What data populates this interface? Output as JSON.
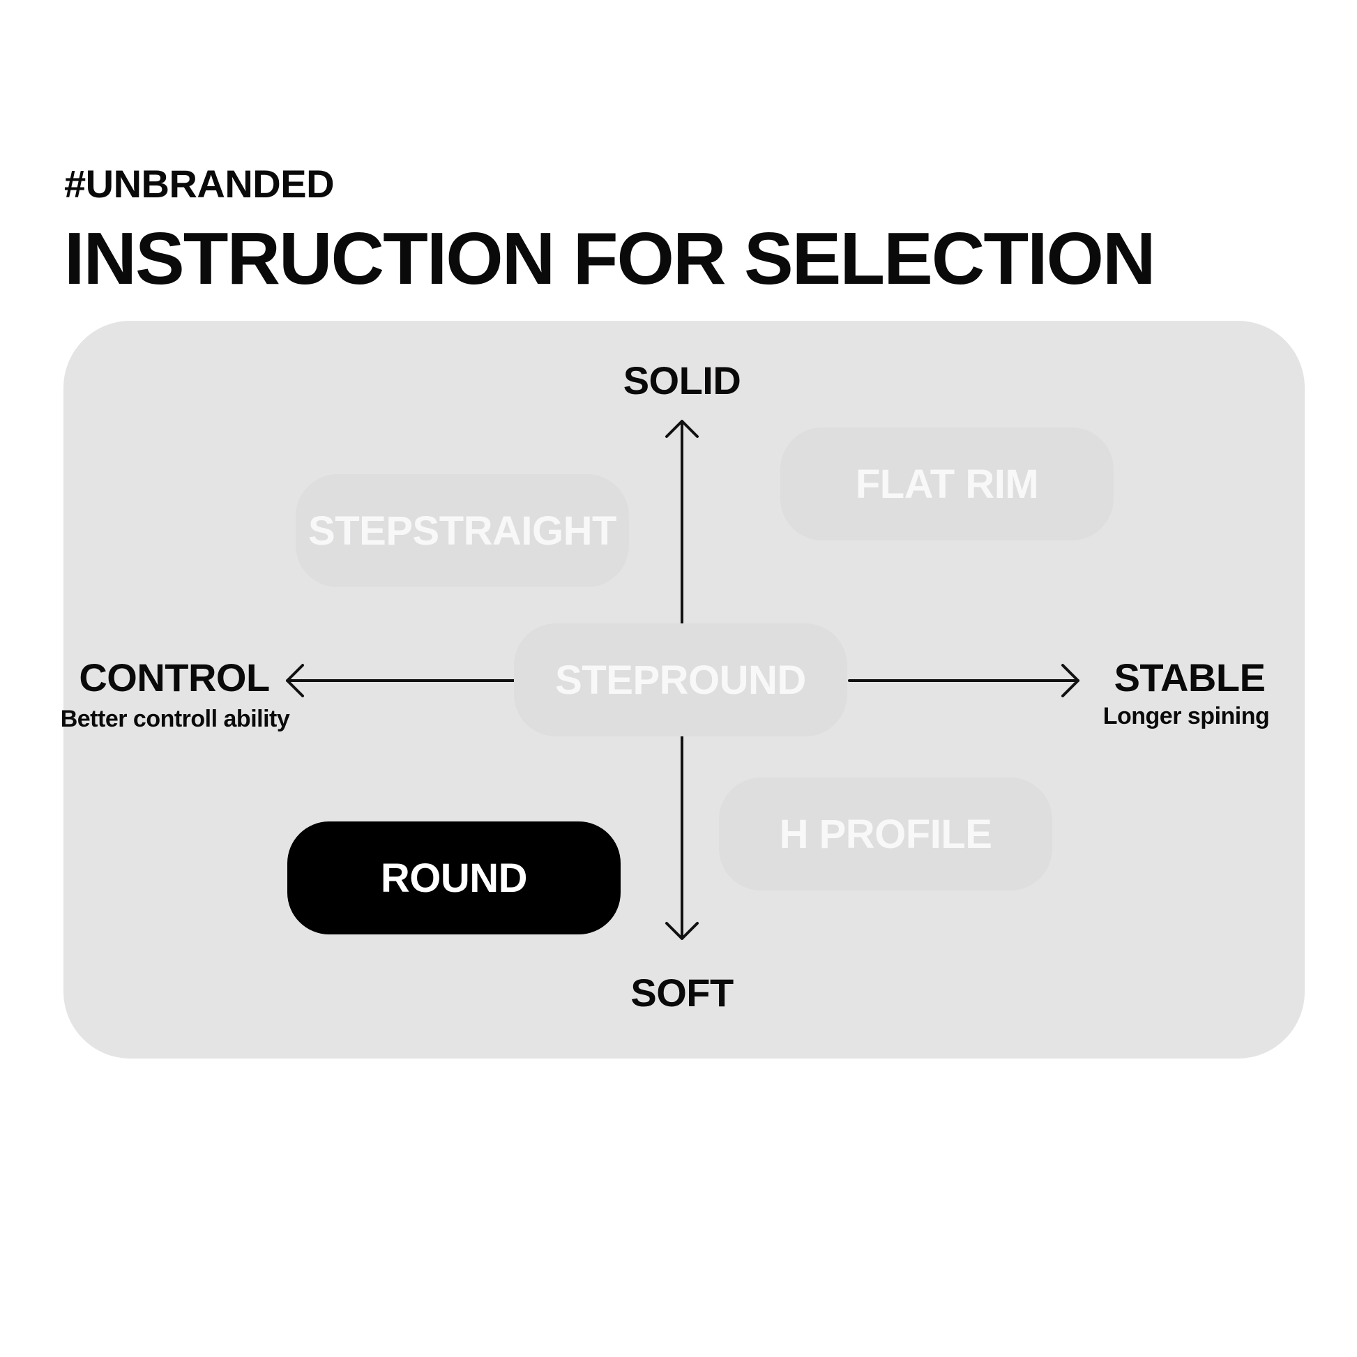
{
  "header": {
    "brand": "#UNBRANDED",
    "title": "INSTRUCTION FOR SELECTION"
  },
  "axes": {
    "top": {
      "label": "SOLID"
    },
    "bottom": {
      "label": "SOFT"
    },
    "left": {
      "label": "CONTROL",
      "sub": "Better controll ability"
    },
    "right": {
      "label": "STABLE",
      "sub": "Longer spining"
    }
  },
  "options": [
    {
      "label": "STEPSTRAIGHT",
      "selected": false
    },
    {
      "label": "FLAT RIM",
      "selected": false
    },
    {
      "label": "STEPROUND",
      "selected": false
    },
    {
      "label": "H PROFILE",
      "selected": false
    },
    {
      "label": "ROUND",
      "selected": true
    }
  ],
  "colors": {
    "panel": "#e5e4e5",
    "option_inactive_bg": "#dededf",
    "option_inactive_text": "#f8f8f8",
    "option_selected_bg": "#000000",
    "option_selected_text": "#ffffff"
  }
}
